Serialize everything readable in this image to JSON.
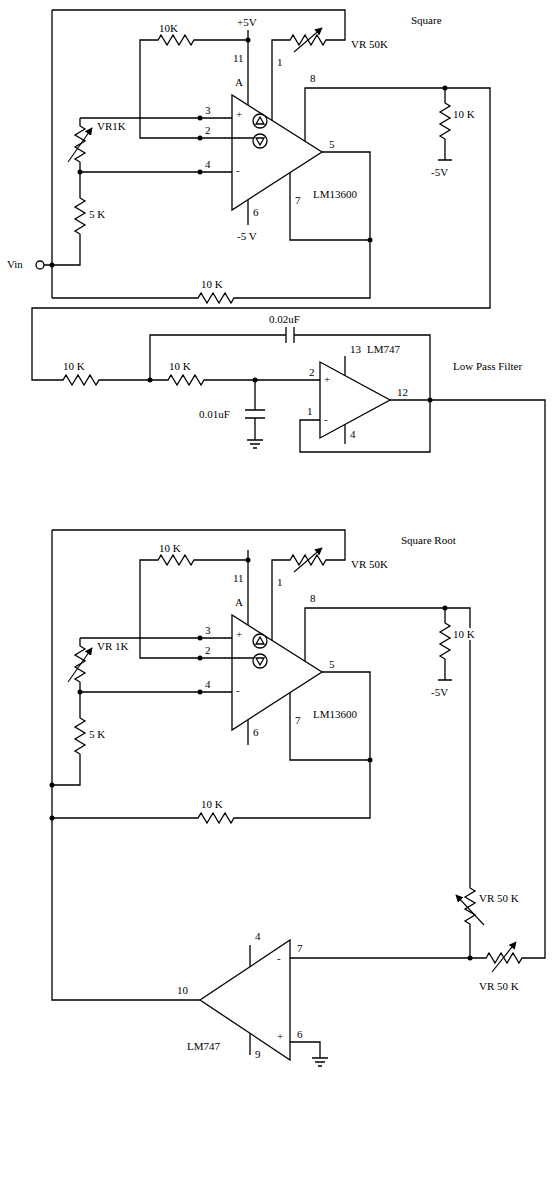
{
  "diagram": {
    "labels": [
      "10K",
      "+5V",
      "Square",
      "VR 50K",
      "11",
      "1",
      "A",
      "8",
      "10 K",
      "3",
      "+",
      "2",
      "VR1K",
      "4",
      "-",
      "5",
      "LM13600",
      "-5V",
      "6",
      "-5 V",
      "7",
      "5 K",
      "Vin",
      "10 K",
      "0.02uF",
      "Low Pass Filter",
      "13",
      "LM747",
      "10 K",
      "10 K",
      "2",
      "+",
      "12",
      "1",
      "-",
      "0.01uF",
      "4",
      "10 K",
      "VR 50K",
      "Square Root",
      "11",
      "1",
      "A",
      "3",
      "+",
      "2",
      "8",
      "VR 1K",
      "4",
      "-",
      "5",
      "10 K",
      "LM13600",
      "-5V",
      "6",
      "7",
      "5 K",
      "10 K",
      "VR 50 K",
      "VR 50 K",
      "4",
      "7",
      "10",
      "-",
      "+",
      "6",
      "LM747",
      "9"
    ]
  }
}
